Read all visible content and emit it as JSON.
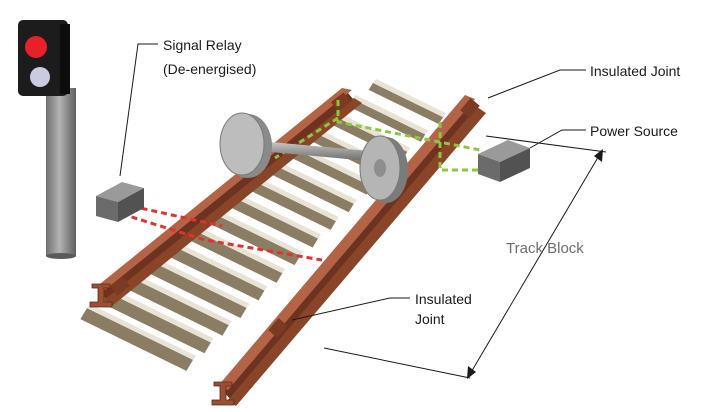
{
  "labels": {
    "signal_relay": "Signal Relay",
    "de_energised": "(De-energised)",
    "insulated_joint_top": "Insulated Joint",
    "power_source": "Power Source",
    "track_block": "Track Block",
    "insulated_joint_bottom_line1": "Insulated",
    "insulated_joint_bottom_line2": "Joint"
  },
  "signal": {
    "aspect": "red",
    "lamp_colors": {
      "red": "#e8202a",
      "off": "#c9cbe0"
    }
  },
  "circuits": {
    "relay_circuit": {
      "state": "de-energised",
      "color": "#e4312c"
    },
    "power_circuit": {
      "state": "energised",
      "color": "#8dc63f"
    }
  },
  "colors": {
    "rail": "#a0573b",
    "rail_dark": "#6e3320",
    "sleeper": "#8b7d63",
    "sleeper_top": "#e9e3d6",
    "box": "#6b6b6b",
    "pole": "#8f8f8f",
    "wheel": "#a9a9a9"
  }
}
